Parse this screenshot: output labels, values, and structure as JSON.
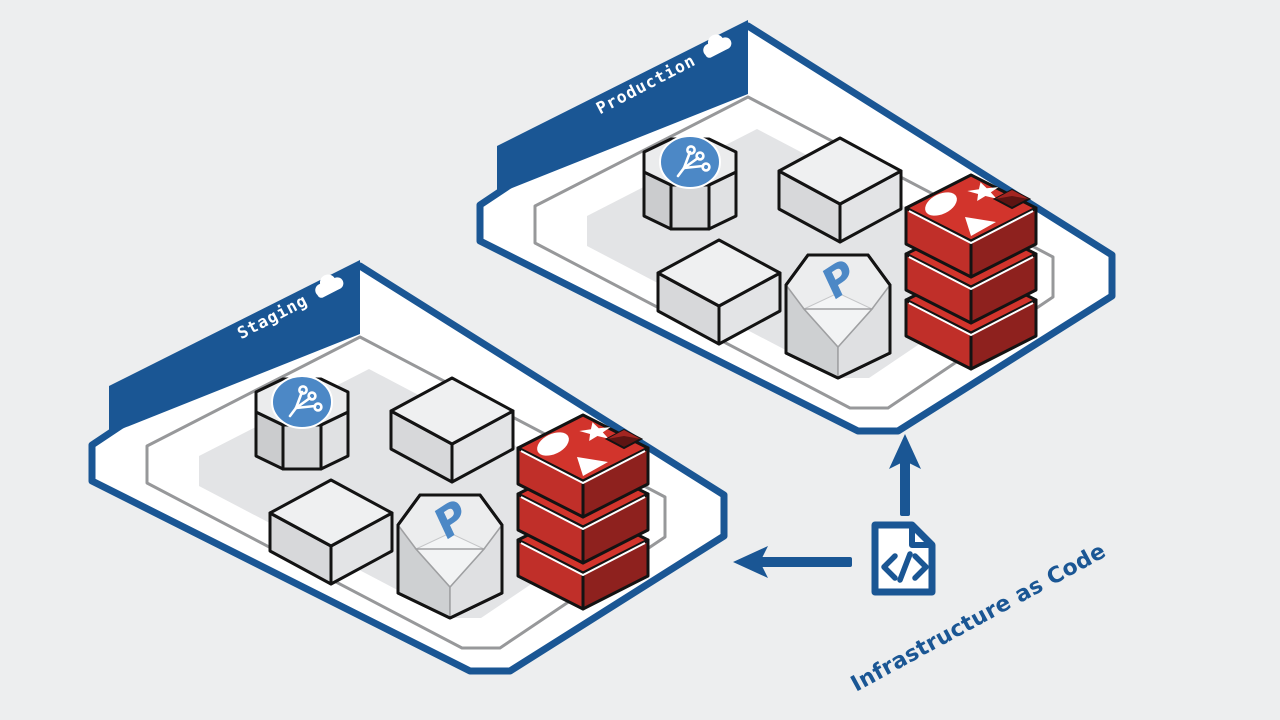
{
  "background_color": "#EDEEEF",
  "colors": {
    "accent_blue": "#1A5694",
    "node_blue": "#4C88C6",
    "redis_red": "#D2342C",
    "redis_red_left": "#C02F29",
    "redis_red_right": "#8E211E",
    "cube_gray_top": "#EFF0F1",
    "platform_stroke": "#97989A",
    "outline_black": "#131313",
    "label_text": "#FFFFFF"
  },
  "environments": [
    {
      "id": "production",
      "label": "Production",
      "badge_icon": "cloud-icon",
      "nodes": [
        "git-fork-node",
        "server-cube",
        "server-cube",
        "p-node",
        "redis-stack"
      ]
    },
    {
      "id": "staging",
      "label": "Staging",
      "badge_icon": "cloud-icon",
      "nodes": [
        "git-fork-node",
        "server-cube",
        "server-cube",
        "p-node",
        "redis-stack"
      ]
    }
  ],
  "p_node": {
    "letter": "P"
  },
  "iac": {
    "caption": "Infrastructure as Code",
    "file_icon": "code-file-icon",
    "arrows": [
      "arrow-up-to-production",
      "arrow-left-to-staging"
    ]
  }
}
